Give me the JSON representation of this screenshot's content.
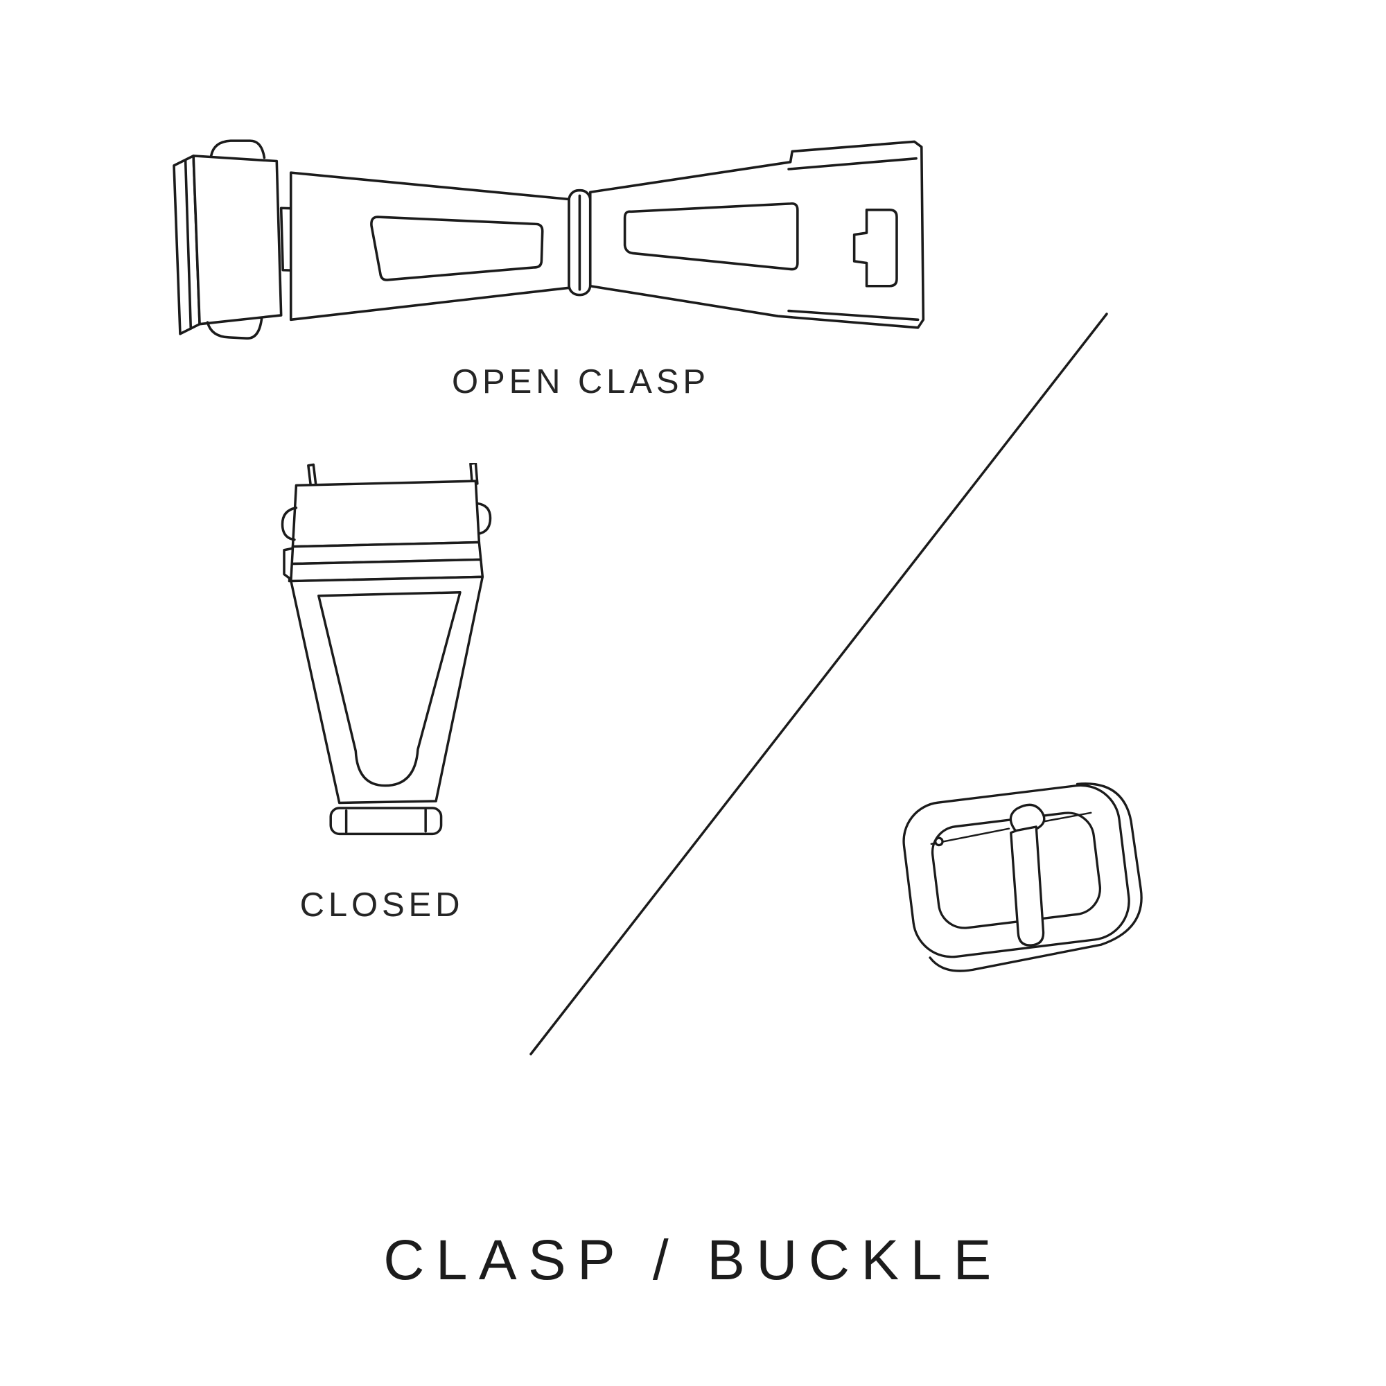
{
  "page": {
    "background": "#ffffff",
    "ink_color": "#1b1b1b"
  },
  "labels": {
    "open_clasp": "OPEN CLASP",
    "closed": "CLOSED",
    "title": "CLASP / BUCKLE"
  },
  "illustrations": {
    "open_clasp": "open-deployant-clasp-drawing",
    "closed_clasp": "closed-deployant-clasp-drawing",
    "buckle": "tang-buckle-drawing",
    "divider": "diagonal-divider-line"
  }
}
